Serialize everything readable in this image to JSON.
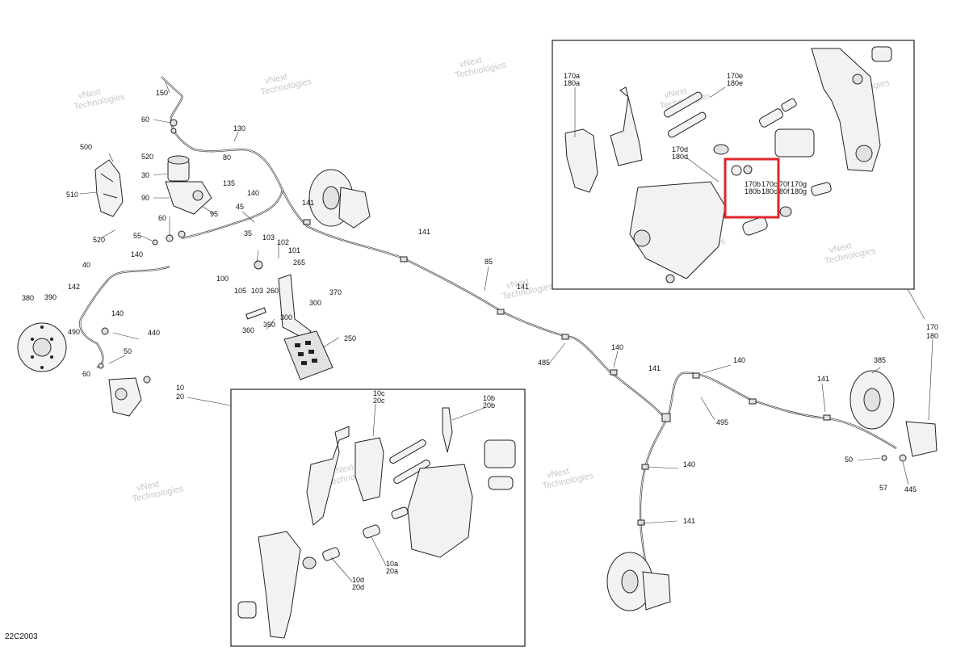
{
  "diagram_code": "22C2003",
  "watermark": {
    "line1": "vNext",
    "line2": "Technologies"
  },
  "highlight_color": "#e0262b",
  "labels": {
    "p150": "150",
    "p60a": "60",
    "p130": "130",
    "p80": "80",
    "p135": "135",
    "p500": "500",
    "p520a": "520",
    "p510": "510",
    "p520b": "520",
    "p30": "30",
    "p90": "90",
    "p60b": "60",
    "p95": "95",
    "p45": "45",
    "p35": "35",
    "p140a": "140",
    "p141a": "141",
    "p55": "55",
    "p103a": "103",
    "p102": "102",
    "p101": "101",
    "p265": "265",
    "p100": "100",
    "p105": "105",
    "p103b": "103",
    "p260": "260",
    "p370": "370",
    "p300a": "300",
    "p300b": "300",
    "p360": "360",
    "p350": "350",
    "p250": "250",
    "p40": "40",
    "p140b": "140",
    "p142": "142",
    "p380": "380",
    "p390": "390",
    "p490": "490",
    "p140c": "140",
    "p440": "440",
    "p50a": "50",
    "p60c": "60",
    "p10": "10",
    "p20": "20",
    "p141b": "141",
    "p85": "85",
    "p141c": "141",
    "p485": "485",
    "p140d": "140",
    "p141d": "141",
    "p140e": "140",
    "p385": "385",
    "p141e": "141",
    "p495": "495",
    "p170": "170",
    "p180": "180",
    "p50b": "50",
    "p57": "57",
    "p445": "445",
    "p140f": "140",
    "p141f": "141",
    "d170a": "170a",
    "d180a": "180a",
    "d170e": "170e",
    "d180e": "180e",
    "d170d": "170d",
    "d180d": "180d",
    "d170b": "170b",
    "d180b": "180b",
    "d170c": "170c",
    "d180c": "180c",
    "d170f": "70f",
    "d180f": "80f",
    "d170g": "170g",
    "d180g": "180g",
    "i10c": "10c",
    "i20c": "20c",
    "i10b": "10b",
    "i20b": "20b",
    "i10a": "10a",
    "i20a": "20a",
    "i10d": "10d",
    "i20d": "20d"
  }
}
